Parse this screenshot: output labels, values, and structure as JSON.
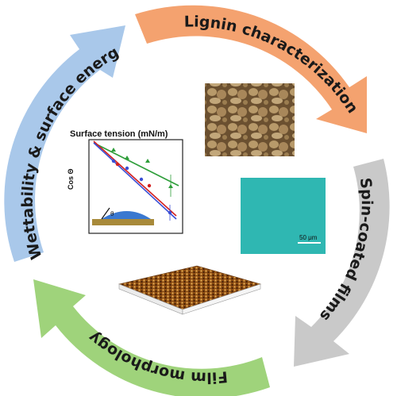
{
  "cycle": {
    "stages": [
      {
        "label": "Lignin characterization",
        "color": "#f4a26f"
      },
      {
        "label": "Spin-coated films",
        "color": "#c9c9c9"
      },
      {
        "label": "Film morphology",
        "color": "#9fd37b"
      },
      {
        "label": "Wettability & surface energy",
        "color": "#a9c8ea"
      }
    ]
  },
  "inset_plot": {
    "title": "Surface tension (mN/m)",
    "ylabel": "Cos Θ",
    "angle_label": "θ",
    "series_colors": [
      "#2e9e3a",
      "#d42020",
      "#3a4fd6"
    ]
  },
  "micrograph": {
    "scale_bar": "50 μm",
    "color": "#2fb7b2"
  }
}
